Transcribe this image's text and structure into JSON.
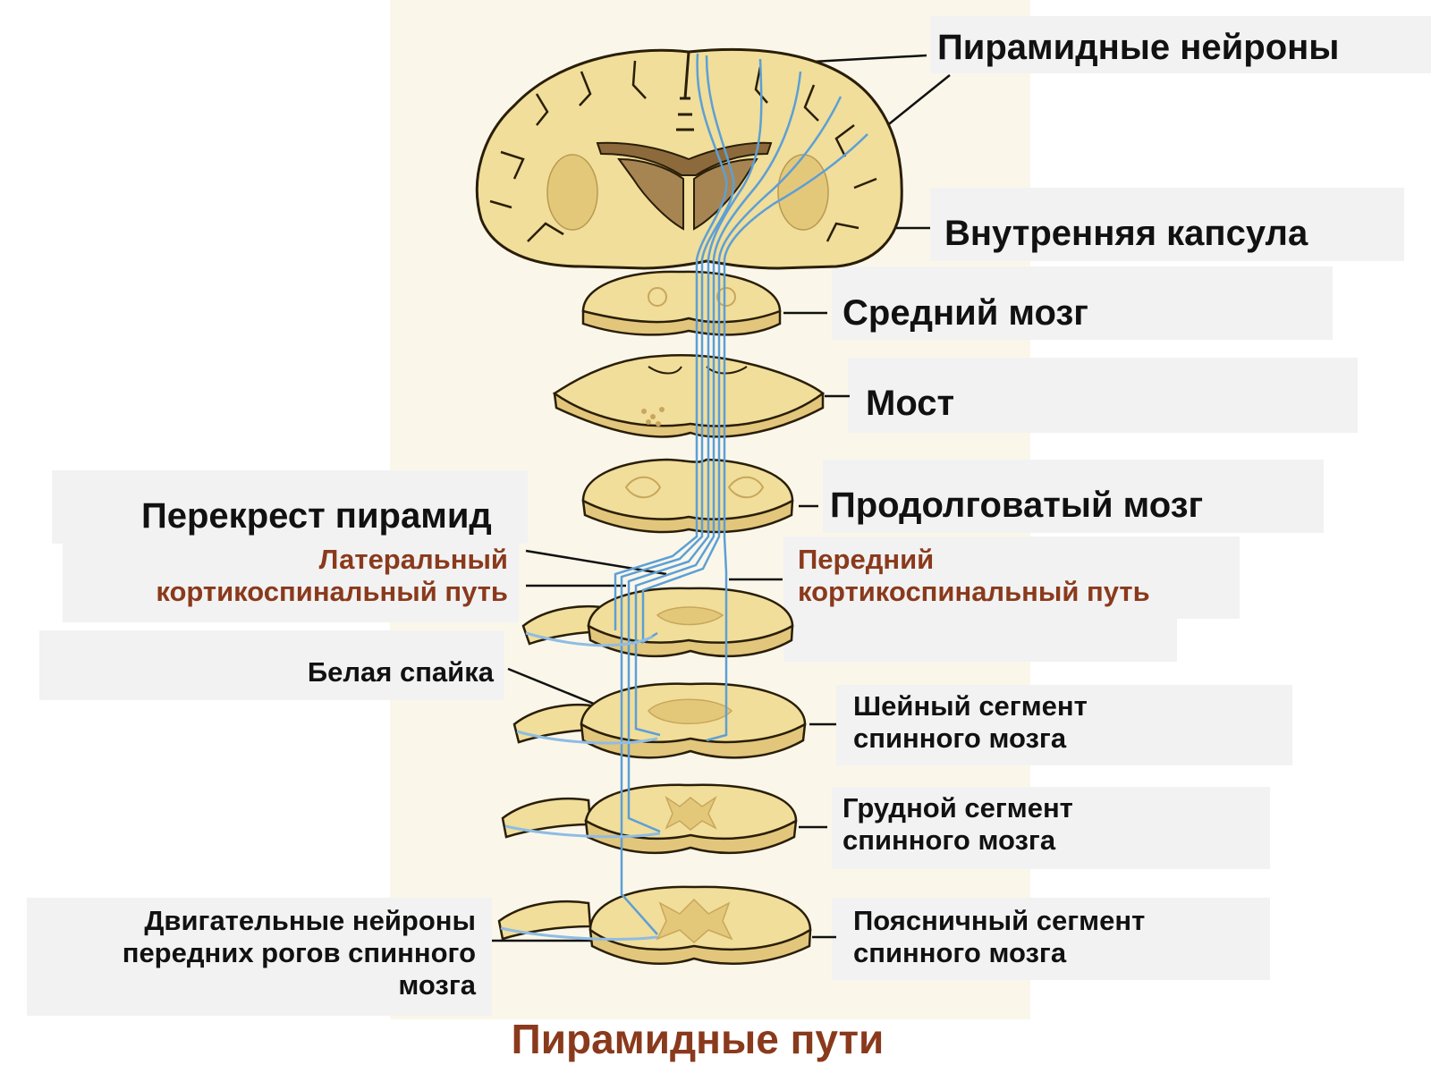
{
  "title": "Пирамидные пути",
  "colors": {
    "tissue": "#f0de9a",
    "tissue_outline": "#2a1e08",
    "gray_matter": "#e4c87a",
    "ventricle": "#8c6a3c",
    "fiber": "#5d9fd6",
    "label_red": "#8a3a1c",
    "label_box": "#f2f2f2",
    "panel": "#faf7ea"
  },
  "labels": {
    "pyramidal_neurons": "Пирамидные нейроны",
    "internal_capsule": "Внутренняя капсула",
    "midbrain": "Средний мозг",
    "pons": "Мост",
    "medulla": "Продолговатый мозг",
    "decussation": "Перекрест пирамид",
    "lateral_tract": "Латеральный\nкортикоспинальный путь",
    "anterior_tract": "Передний\nкортикоспинальный путь",
    "white_commissure": "Белая спайка",
    "cervical": "Шейный сегмент\nспинного мозга",
    "thoracic": "Грудной сегмент\nспинного мозга",
    "lumbar": "Поясничный сегмент\nспинного мозга",
    "motor_neurons": "Двигательные нейроны\nпередних рогов спинного\nмозга"
  }
}
